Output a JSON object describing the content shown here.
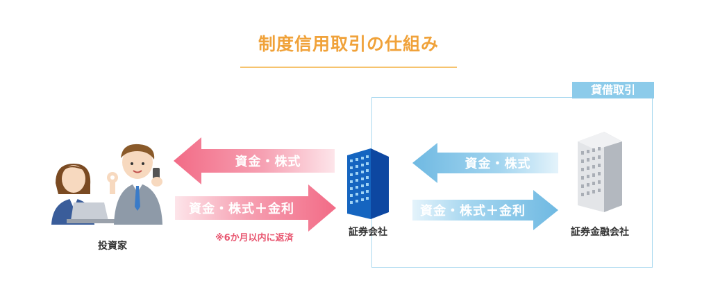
{
  "title": "制度信用取引の仕組み",
  "lending_tag": "貸借取引",
  "arrows": {
    "funds_stock_to_investor": "資金・株式",
    "funds_stock_interest_to_broker": "資金・株式＋金利",
    "funds_stock_to_broker": "資金・株式",
    "funds_stock_interest_to_finance": "資金・株式＋金利"
  },
  "note": "※6か月以内に返済",
  "nodes": {
    "investor": "投資家",
    "securities_company": "証券会社",
    "securities_finance_company": "証券金融会社"
  },
  "colors": {
    "title": "#f0a23a",
    "pink_arrow": "#f4889e",
    "blue_arrow": "#8ccbea",
    "note": "#e8556f"
  }
}
